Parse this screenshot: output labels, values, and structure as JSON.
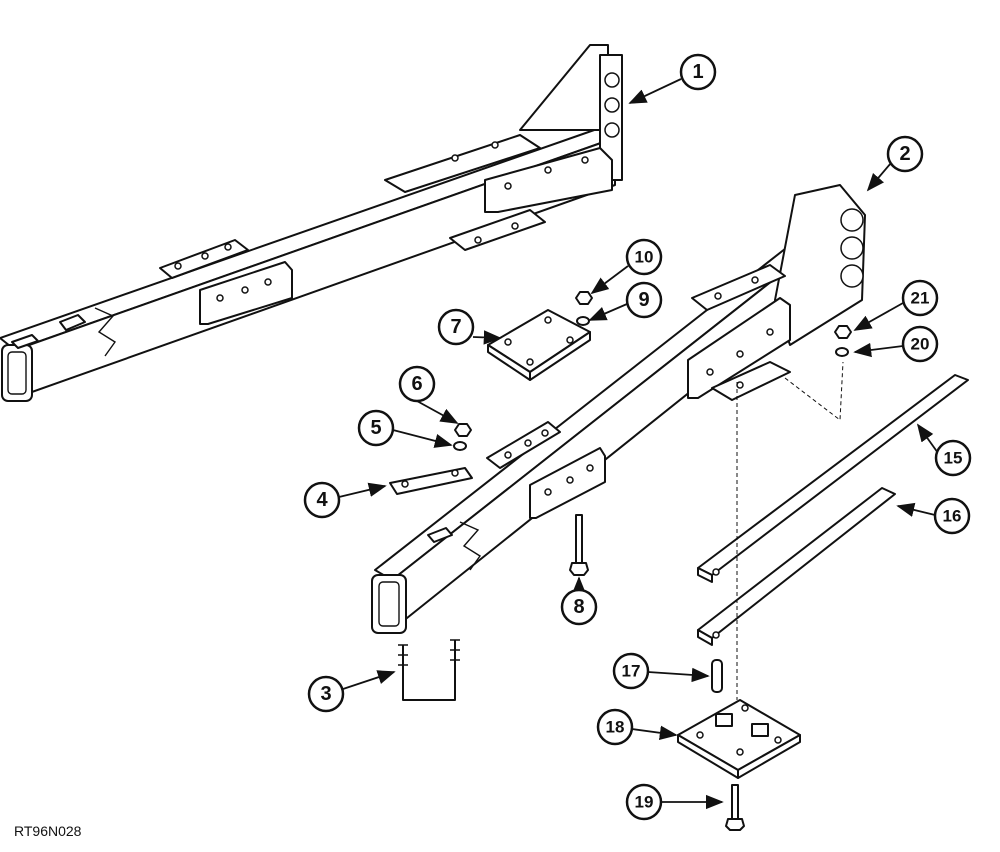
{
  "figure_code": "RT96N028",
  "callouts": [
    "1",
    "2",
    "3",
    "4",
    "5",
    "6",
    "7",
    "8",
    "9",
    "10",
    "15",
    "16",
    "17",
    "18",
    "19",
    "20",
    "21"
  ]
}
